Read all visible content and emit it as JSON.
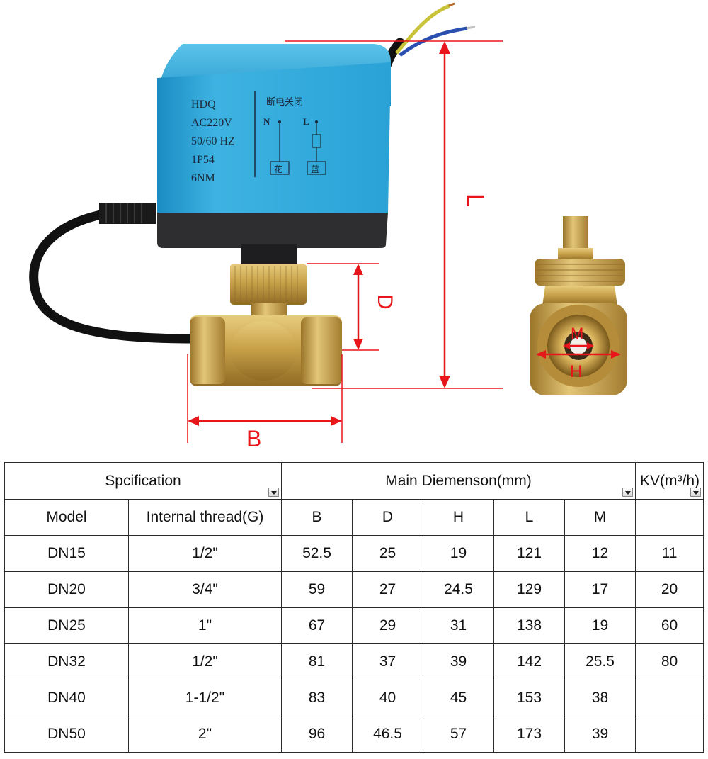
{
  "actuator": {
    "label_lines": [
      "HDQ",
      "AC220V",
      "50/60 HZ",
      "1P54",
      "6NM"
    ],
    "chinese_title": "断电关闭",
    "terminal_n": "N",
    "terminal_l": "L",
    "wire_left": "花",
    "wire_right": "蓝"
  },
  "dimensions": {
    "b": "B",
    "d": "D",
    "l": "L",
    "m": "M",
    "h": "H"
  },
  "colors": {
    "dimension_line": "#e8151b",
    "actuator_body": "#2aa2d6",
    "brass": "#c9a24a"
  },
  "table": {
    "group_headers": {
      "specification": "Spcification",
      "main_dimension": "Main Diemenson(mm)",
      "kv": "KV(m³/h)"
    },
    "columns": [
      "Model",
      "Internal thread(G)",
      "B",
      "D",
      "H",
      "L",
      "M",
      ""
    ],
    "rows": [
      [
        "DN15",
        "1/2\"",
        "52.5",
        "25",
        "19",
        "121",
        "12",
        "11"
      ],
      [
        "DN20",
        "3/4\"",
        "59",
        "27",
        "24.5",
        "129",
        "17",
        "20"
      ],
      [
        "DN25",
        "1\"",
        "67",
        "29",
        "31",
        "138",
        "19",
        "60"
      ],
      [
        "DN32",
        "1/2\"",
        "81",
        "37",
        "39",
        "142",
        "25.5",
        "80"
      ],
      [
        "DN40",
        "1-1/2\"",
        "83",
        "40",
        "45",
        "153",
        "38",
        ""
      ],
      [
        "DN50",
        "2\"",
        "96",
        "46.5",
        "57",
        "173",
        "39",
        ""
      ]
    ]
  }
}
